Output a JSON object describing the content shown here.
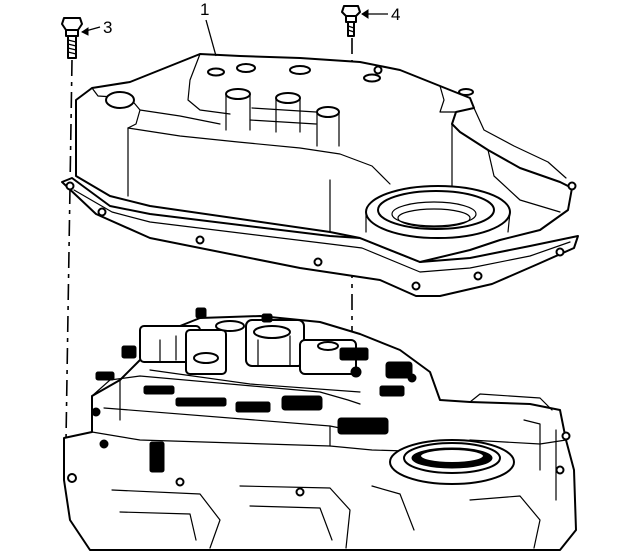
{
  "callouts": [
    {
      "id": "1",
      "label": "1"
    },
    {
      "id": "3",
      "label": "3"
    },
    {
      "id": "4",
      "label": "4"
    }
  ],
  "colors": {
    "ink": "#000000",
    "paper": "#ffffff"
  }
}
